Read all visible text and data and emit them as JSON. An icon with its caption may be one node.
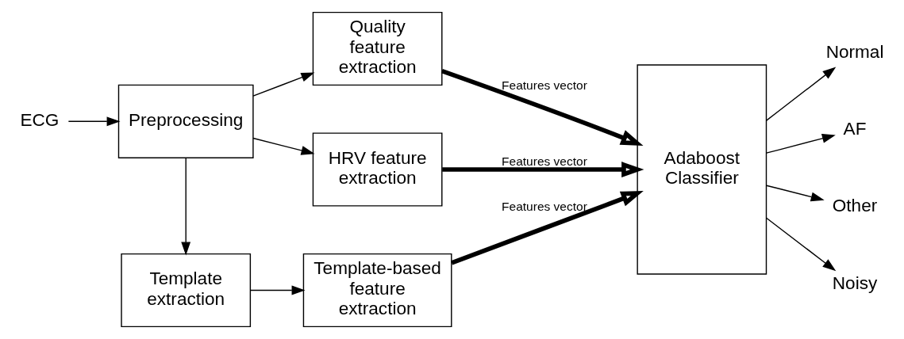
{
  "diagram": {
    "nodes": [
      {
        "text": [
          "ECG"
        ]
      },
      {
        "text": [
          "Preprocessing"
        ]
      },
      {
        "text": [
          "Quality feature extraction"
        ]
      },
      {
        "text": [
          "HRV feature extraction"
        ]
      },
      {
        "text": [
          "Template extraction"
        ]
      },
      {
        "text": [
          "Template-based feature extraction"
        ]
      },
      {
        "text": [
          "Adaboost Classifier"
        ]
      },
      {
        "text": [
          "Normal"
        ]
      },
      {
        "text": [
          "AF"
        ]
      },
      {
        "text": [
          "Other"
        ]
      },
      {
        "text": [
          "Noisy"
        ]
      }
    ],
    "edges": [
      {
        "from": 0,
        "to": 1,
        "arrow": "to"
      },
      {
        "from": 1,
        "to": 2,
        "arrow": "to"
      },
      {
        "from": 1,
        "to": 3,
        "arrow": "to"
      },
      {
        "from": 1,
        "to": 4,
        "arrow": "to"
      },
      {
        "from": 4,
        "to": 5,
        "arrow": "to"
      },
      {
        "from": 2,
        "to": 6,
        "arrow": "to",
        "label": "Features vector",
        "style": "thick"
      },
      {
        "from": 3,
        "to": 6,
        "arrow": "to",
        "label": "Features vector",
        "style": "thick"
      },
      {
        "from": 5,
        "to": 6,
        "arrow": "to",
        "label": "Features vector",
        "style": "thick"
      },
      {
        "from": 6,
        "to": 7,
        "arrow": "to"
      },
      {
        "from": 6,
        "to": 8,
        "arrow": "to"
      },
      {
        "from": 6,
        "to": 9,
        "arrow": "to"
      },
      {
        "from": 6,
        "to": 10,
        "arrow": "to"
      }
    ]
  }
}
